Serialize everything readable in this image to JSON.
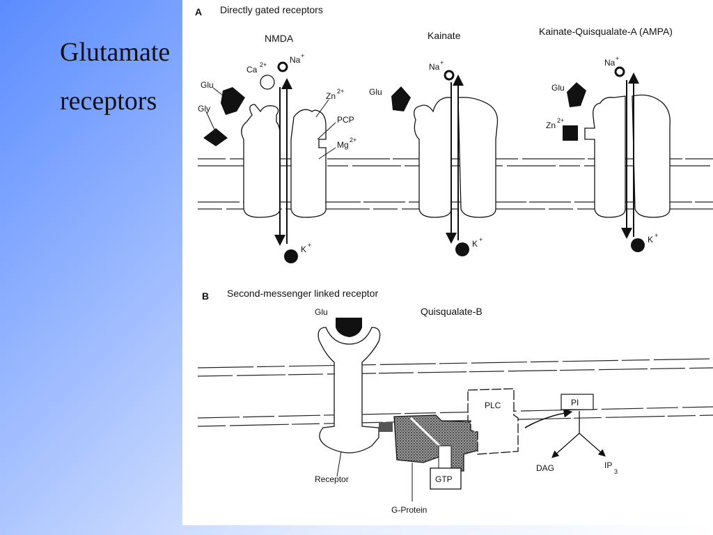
{
  "slide": {
    "title_line1": "Glutamate",
    "title_line2": "receptors"
  },
  "figure": {
    "panel_a": {
      "letter": "A",
      "title": "Directly gated receptors",
      "nmda": {
        "name": "NMDA",
        "ca": "Ca",
        "ca_sup": "2+",
        "na": "Na",
        "na_sup": "+",
        "glu": "Glu",
        "gly": "Gly",
        "zn": "Zn",
        "zn_sup": "2+",
        "pcp": "PCP",
        "mg": "Mg",
        "mg_sup": "2+",
        "k": "K",
        "k_sup": "+"
      },
      "kainate": {
        "name": "Kainate",
        "na": "Na",
        "na_sup": "+",
        "glu": "Glu",
        "k": "K",
        "k_sup": "+"
      },
      "ampa": {
        "name": "Kainate-Quisqualate-A (AMPA)",
        "na": "Na",
        "na_sup": "+",
        "glu": "Glu",
        "zn": "Zn",
        "zn_sup": "2+",
        "k": "K",
        "k_sup": "+"
      }
    },
    "panel_b": {
      "letter": "B",
      "title": "Second-messenger linked receptor",
      "subtype": "Quisqualate-B",
      "glu": "Glu",
      "receptor": "Receptor",
      "gprotein": "G-Protein",
      "gtp": "GTP",
      "plc": "PLC",
      "pi": "PI",
      "dag": "DAG",
      "ip": "IP",
      "ip_sub": "3"
    }
  }
}
